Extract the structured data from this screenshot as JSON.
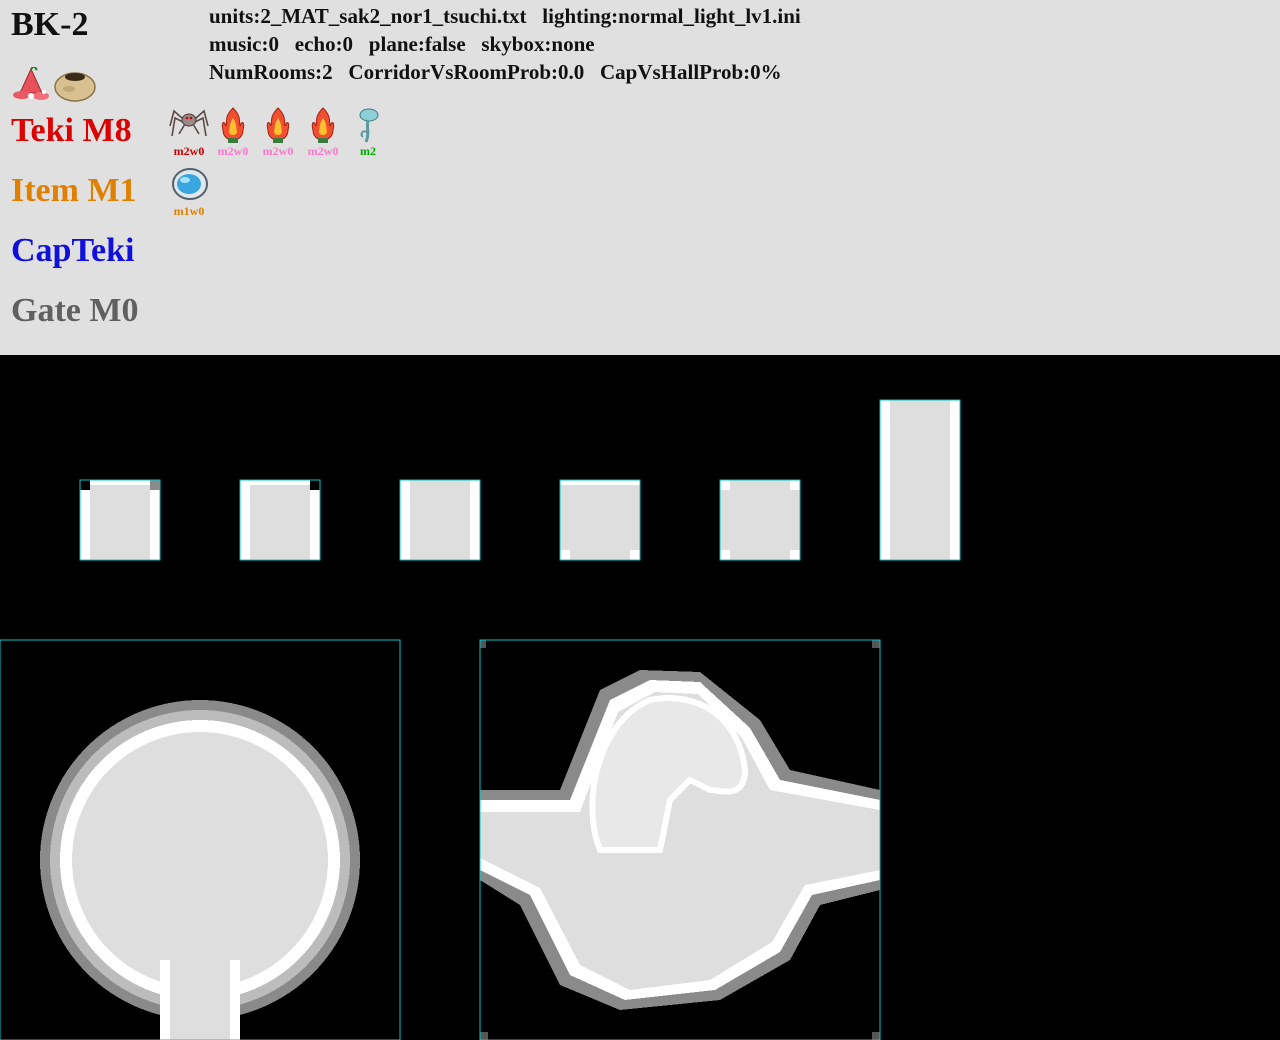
{
  "header": {
    "title": "BK-2",
    "info_lines": [
      "units:2_MAT_sak2_nor1_tsuchi.txt   lighting:normal_light_lv1.ini",
      "music:0   echo:0   plane:false   skybox:none",
      "NumRooms:2   CorridorVsRoomProb:0.0   CapVsHallProb:0%"
    ],
    "treasure_icons": [
      "pyramid-flower-treasure-icon",
      "clay-pot-treasure-icon"
    ]
  },
  "categories": {
    "teki": {
      "label": "Teki M8",
      "color": "#dd0000"
    },
    "item": {
      "label": "Item M1",
      "color": "#e08000"
    },
    "capteki": {
      "label": "CapTeki",
      "color": "#1010dd"
    },
    "gate": {
      "label": "Gate M0",
      "color": "#606060"
    }
  },
  "teki_list": [
    {
      "icon": "spider-enemy-icon",
      "label": "m2w0",
      "color": "#cc0000"
    },
    {
      "icon": "fire-plant-enemy-icon",
      "label": "m2w0",
      "color": "#ff77cc"
    },
    {
      "icon": "fire-plant-enemy-icon",
      "label": "m2w0",
      "color": "#ff77cc"
    },
    {
      "icon": "fire-plant-enemy-icon",
      "label": "m2w0",
      "color": "#ff77cc"
    },
    {
      "icon": "mushroom-plant-icon",
      "label": "m2",
      "color": "#00aa00"
    }
  ],
  "item_list": [
    {
      "icon": "blue-crystal-egg-icon",
      "label": "m1w0",
      "color": "#e08000"
    }
  ],
  "map_palette": {
    "floor": "#dedede",
    "edge": "#ffffff",
    "wall": "#8a8a8a",
    "outline": "#00c8c8",
    "background": "#000000"
  }
}
